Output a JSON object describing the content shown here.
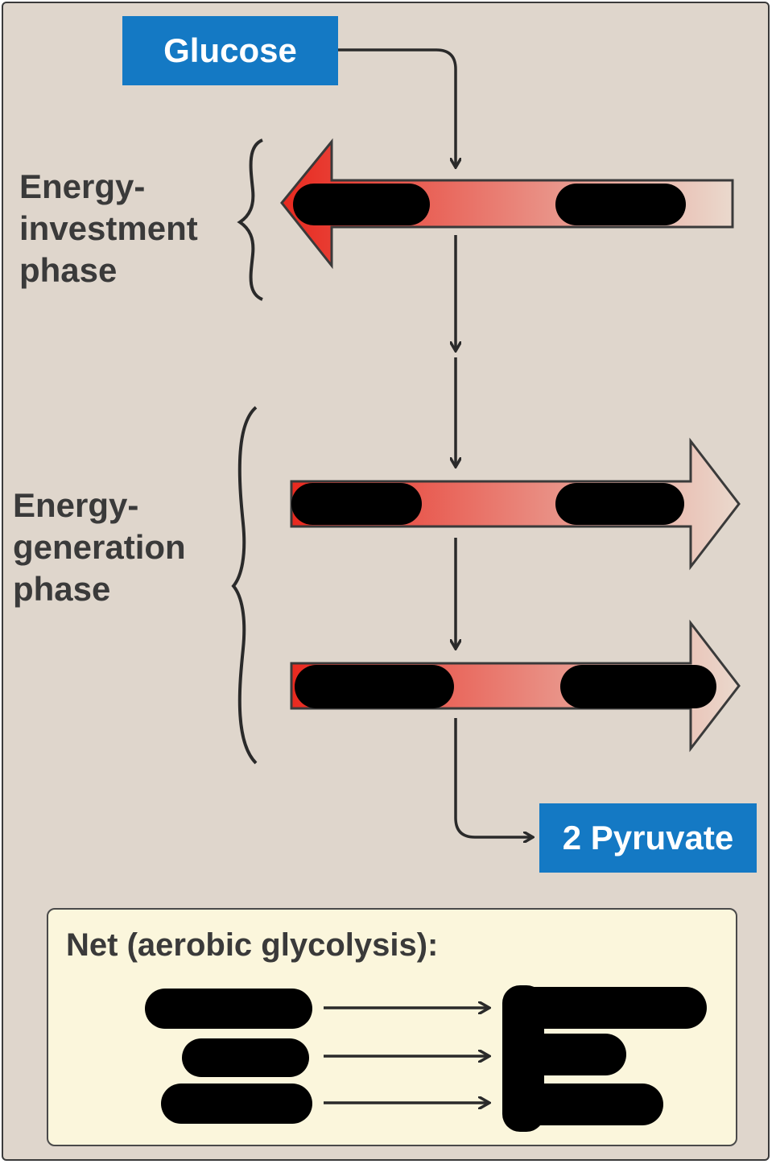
{
  "diagram": {
    "start": {
      "label": "Glucose"
    },
    "end": {
      "label": "2 Pyruvate"
    },
    "phases": [
      {
        "label": "Energy-\ninvestment\nphase",
        "direction": "left",
        "reactions": [
          {
            "left": "",
            "right": ""
          }
        ]
      },
      {
        "label": "Energy-\ngeneration\nphase",
        "direction": "right",
        "reactions": [
          {
            "left": "",
            "right": ""
          },
          {
            "left": "",
            "right": ""
          }
        ]
      }
    ],
    "net": {
      "title": "Net (aerobic glycolysis):",
      "rows": [
        {
          "left": "",
          "right": ""
        },
        {
          "left": "",
          "right": ""
        },
        {
          "left": "",
          "right": ""
        }
      ]
    },
    "redactions_present": true
  },
  "colors": {
    "background": "#dfd6cc",
    "label_box": "#1479c4",
    "arrow_start": "#e8291f",
    "arrow_end": "#ead9cd",
    "net_box": "#fbf6dc",
    "redaction": "#000000"
  }
}
